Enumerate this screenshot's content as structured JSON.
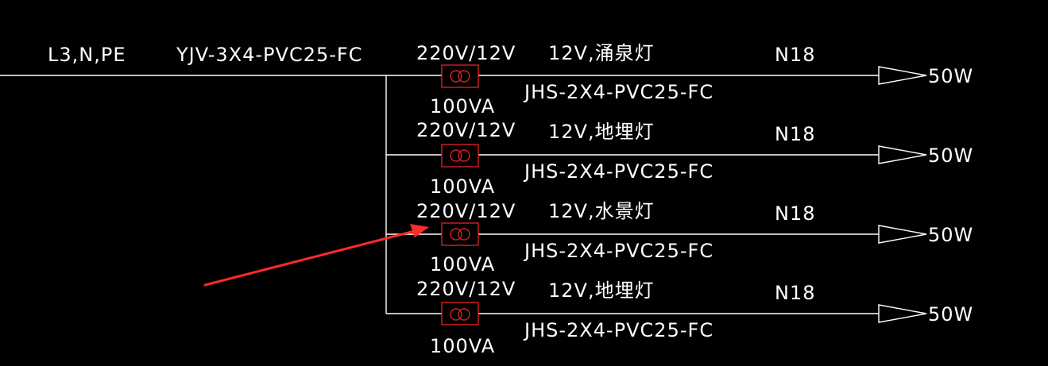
{
  "colors": {
    "background": "#000000",
    "line": "#ffffff",
    "transformer_box": "#d81e1e",
    "arrow": "#ff2a2a"
  },
  "main_feeder": {
    "phase_label": "L3,N,PE",
    "cable_label": "YJV-3X4-PVC25-FC"
  },
  "branches": [
    {
      "transformer_ratio": "220V/12V",
      "transformer_capacity": "100VA",
      "load_desc": "12V,涌泉灯",
      "cable_label": "JHS-2X4-PVC25-FC",
      "circuit_id": "N18",
      "power": "50W"
    },
    {
      "transformer_ratio": "220V/12V",
      "transformer_capacity": "100VA",
      "load_desc": "12V,地埋灯",
      "cable_label": "JHS-2X4-PVC25-FC",
      "circuit_id": "N18",
      "power": "50W"
    },
    {
      "transformer_ratio": "220V/12V",
      "transformer_capacity": "100VA",
      "load_desc": "12V,水景灯",
      "cable_label": "JHS-2X4-PVC25-FC",
      "circuit_id": "N18",
      "power": "50W"
    },
    {
      "transformer_ratio": "220V/12V",
      "transformer_capacity": "100VA",
      "load_desc": "12V,地埋灯",
      "cable_label": "JHS-2X4-PVC25-FC",
      "circuit_id": "N18",
      "power": "50W"
    }
  ],
  "icons": {
    "transformer": "transformer-icon",
    "load_arrow": "load-arrow-icon",
    "pointer_arrow": "red-pointer-arrow-icon"
  }
}
